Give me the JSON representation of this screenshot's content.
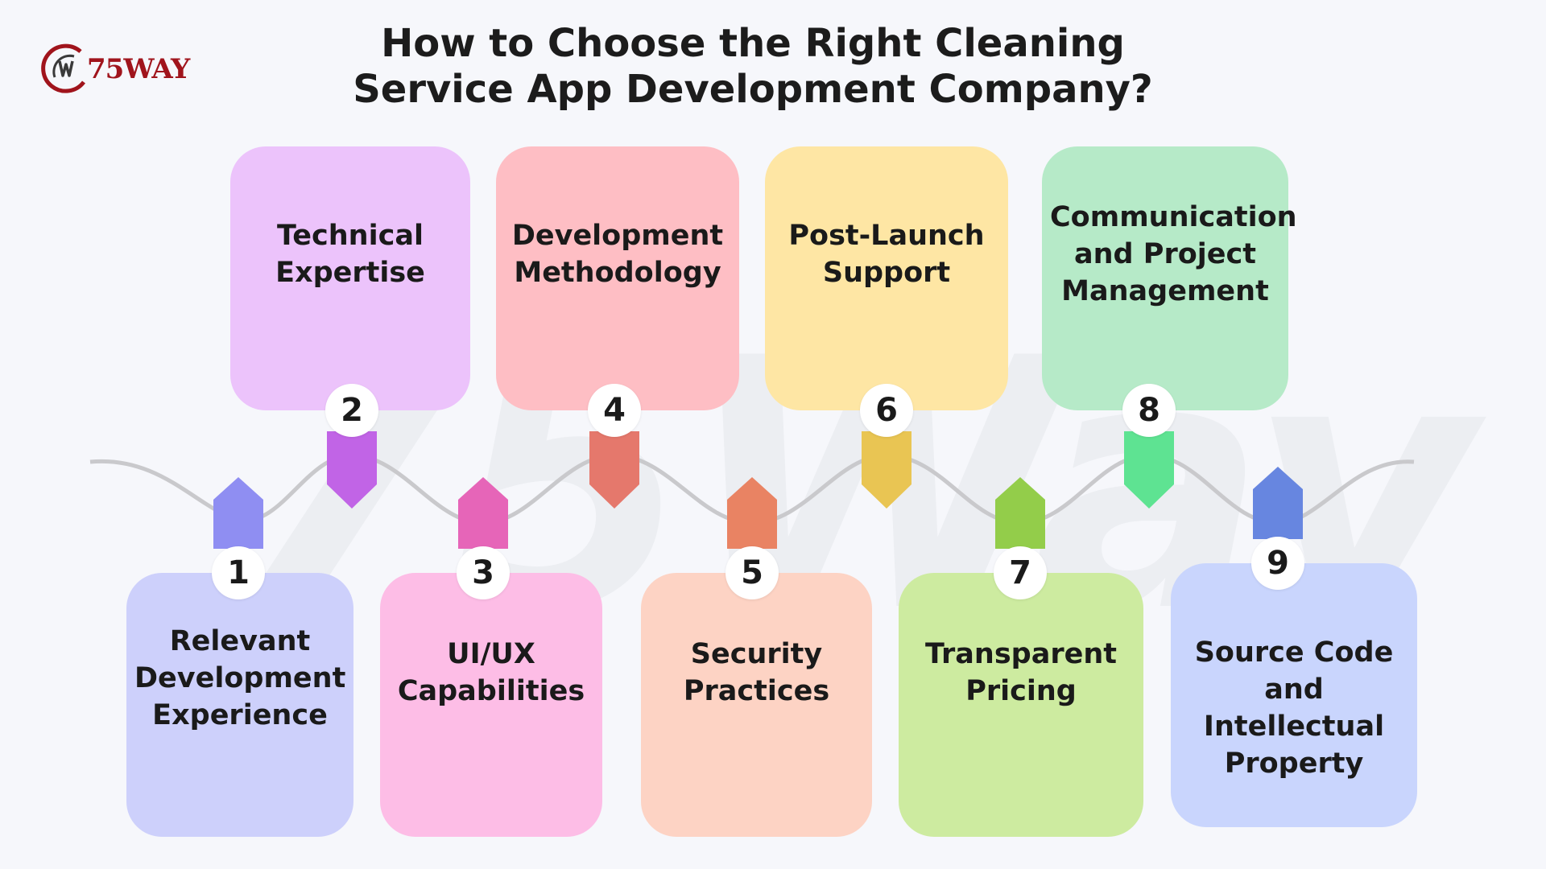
{
  "logo": {
    "text": "75WAY",
    "brand_color": "#a0141c"
  },
  "title": {
    "line1": "How to Choose the Right Cleaning",
    "line2": "Service App Development Company?"
  },
  "watermark": "75Way",
  "steps": [
    {
      "number": "1",
      "label": "Relevant Development Experience",
      "card_color": "#cdd0fb",
      "accent_color": "#8f8ef2"
    },
    {
      "number": "2",
      "label": "Technical Expertise",
      "card_color": "#ecc3fb",
      "accent_color": "#c164e6"
    },
    {
      "number": "3",
      "label": "UI/UX Capabilities",
      "card_color": "#fdbde6",
      "accent_color": "#e665b8"
    },
    {
      "number": "4",
      "label": "Development Methodology",
      "card_color": "#febec4",
      "accent_color": "#e5786c"
    },
    {
      "number": "5",
      "label": "Security Practices",
      "card_color": "#fdd3c4",
      "accent_color": "#e98363"
    },
    {
      "number": "6",
      "label": "Post-Launch Support",
      "card_color": "#fee6a4",
      "accent_color": "#e9c553"
    },
    {
      "number": "7",
      "label": "Transparent Pricing",
      "card_color": "#cdeba0",
      "accent_color": "#93cd4a"
    },
    {
      "number": "8",
      "label": "Communication and Project Management",
      "card_color": "#b6eac8",
      "accent_color": "#5ee392"
    },
    {
      "number": "9",
      "label": "Source Code and Intellectual Property",
      "card_color": "#c9d5fd",
      "accent_color": "#6786e0"
    }
  ]
}
